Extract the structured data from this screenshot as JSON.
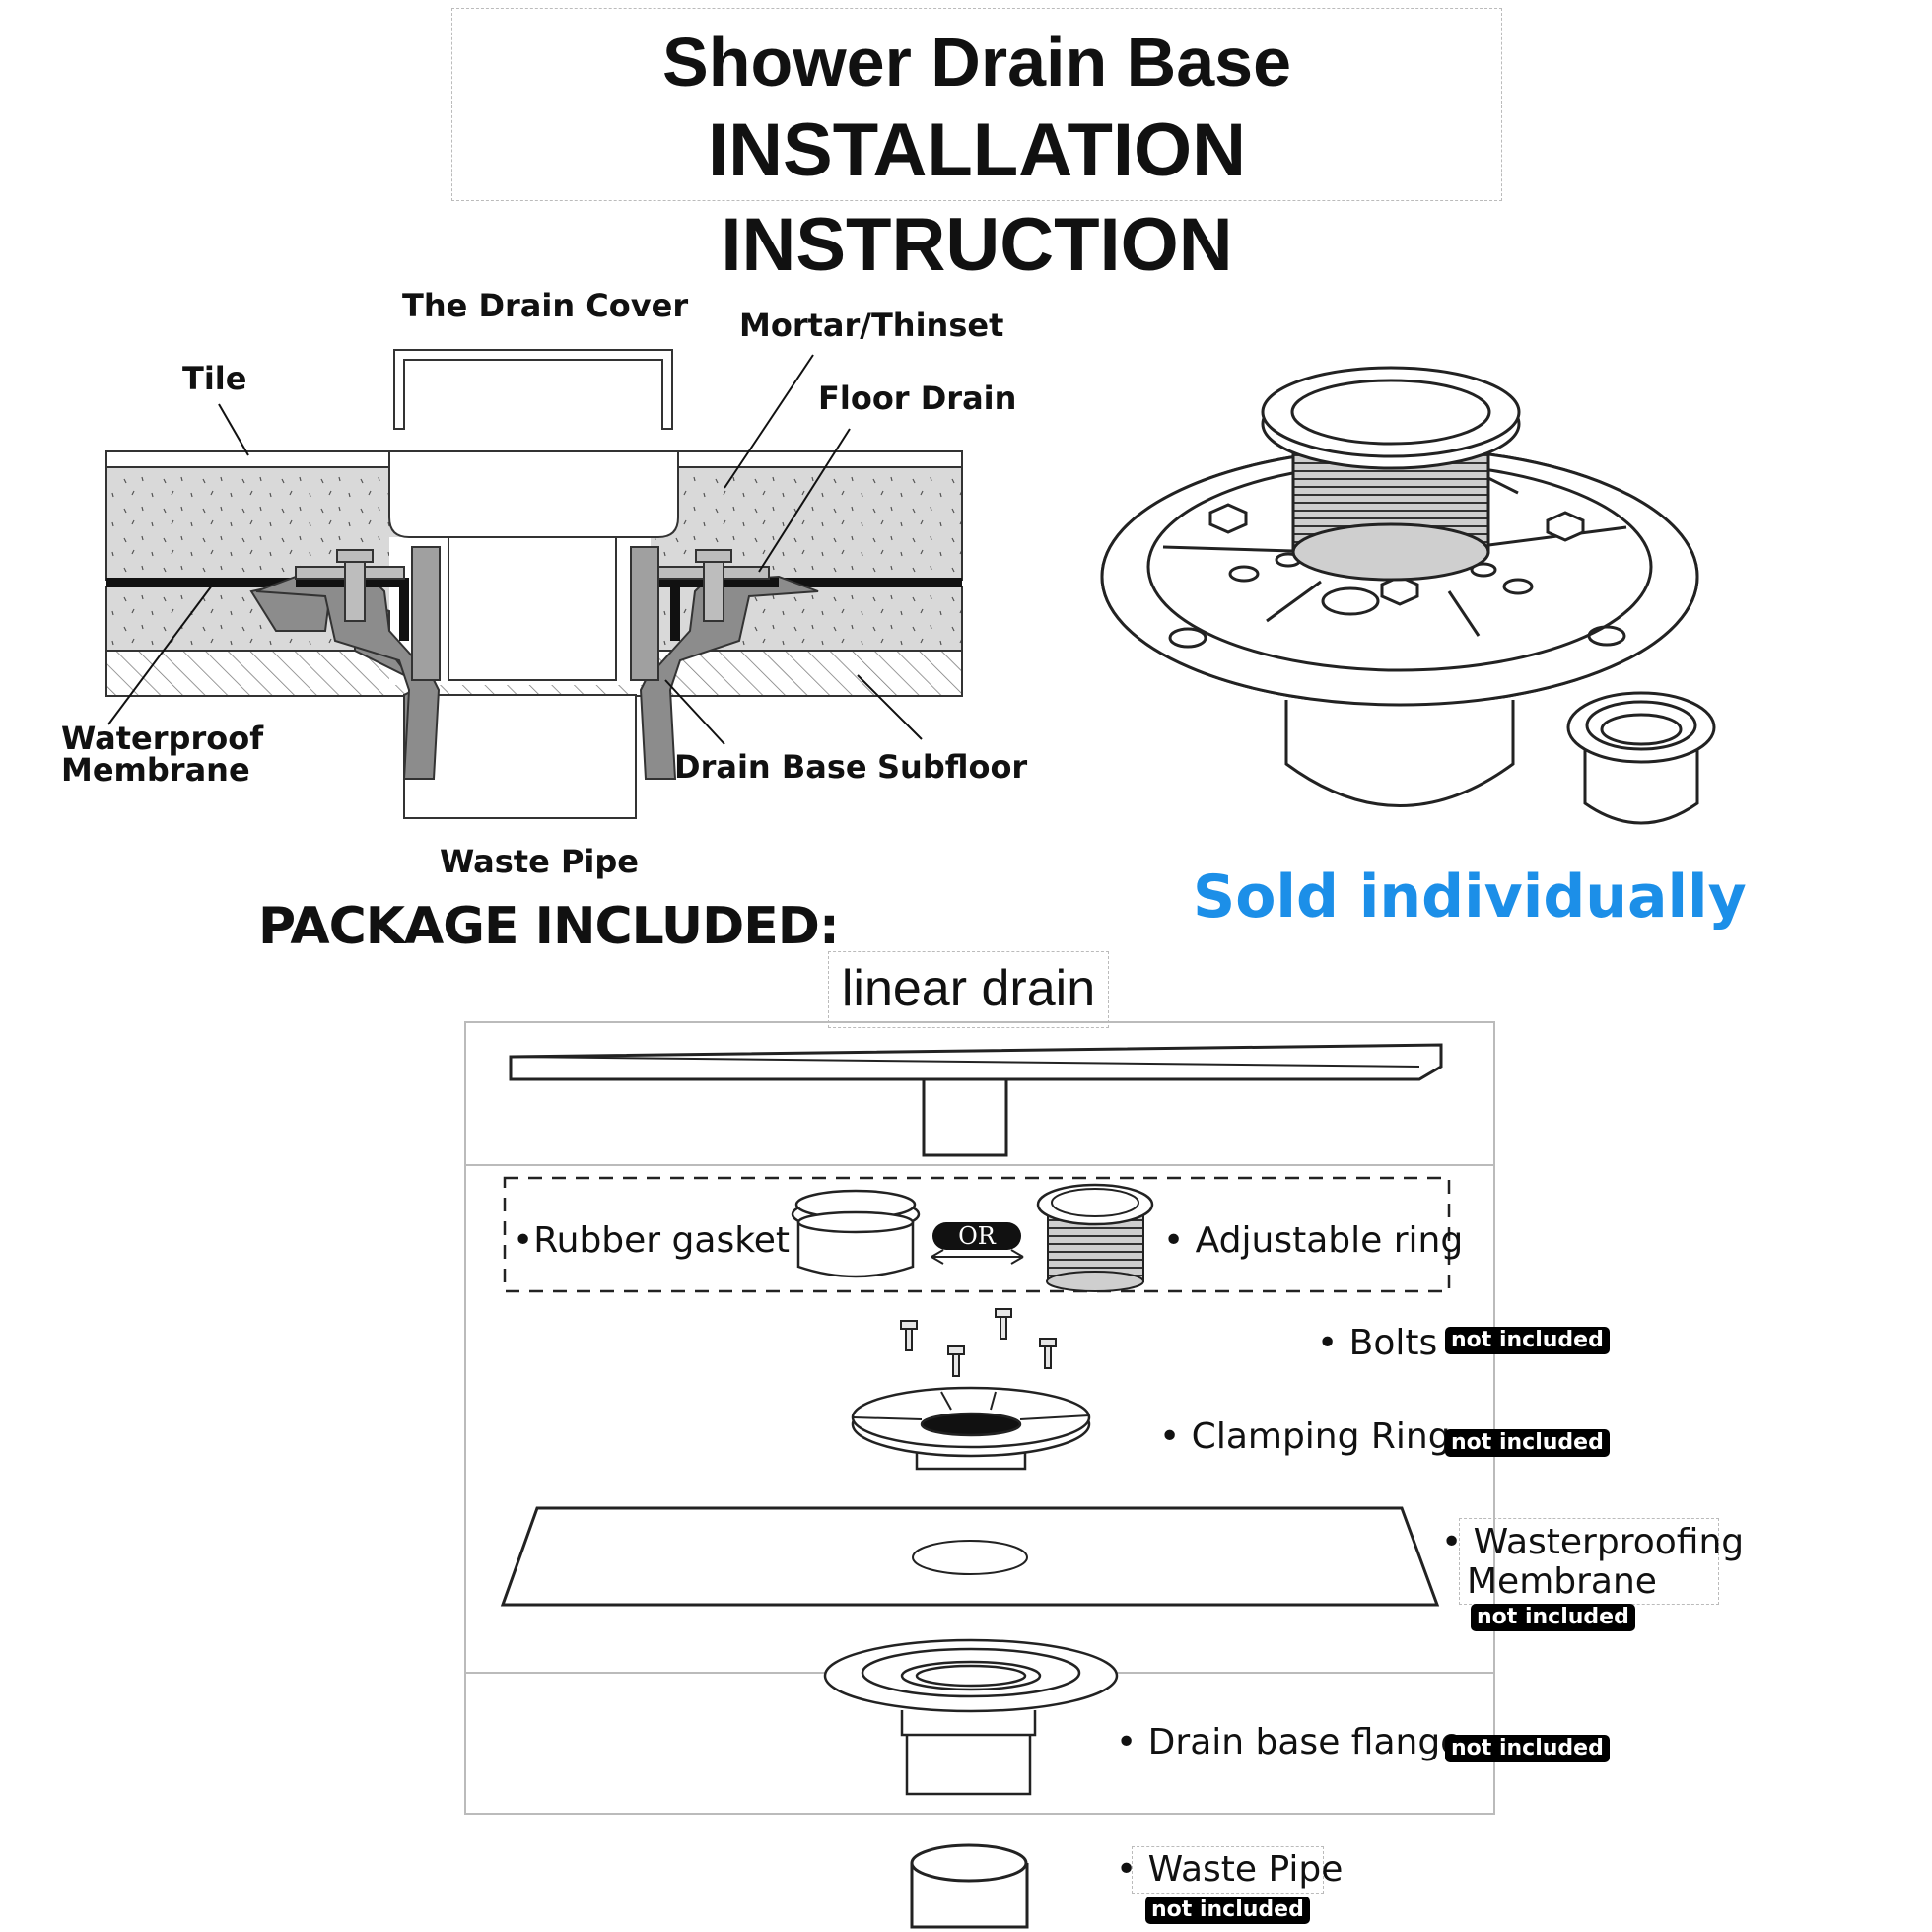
{
  "header": {
    "title_line1": "Shower Drain Base",
    "title_line2": "INSTALLATION INSTRUCTION"
  },
  "cross_section": {
    "drain_cover": "The Drain Cover",
    "tile": "Tile",
    "mortar": "Mortar/Thinset",
    "floor_drain": "Floor Drain",
    "waterproof_line1": "Waterproof",
    "waterproof_line2": "Membrane",
    "drain_base": "Drain Base",
    "subfloor": "Subfloor",
    "waste_pipe": "Waste Pipe"
  },
  "product": {
    "sold_note": "Sold individually"
  },
  "package": {
    "heading": "PACKAGE INCLUDED:",
    "linear_drain": "linear drain",
    "or_label": "OR",
    "not_included": "not included",
    "items": {
      "rubber_gasket": "•Rubber gasket",
      "adjustable_ring": "• Adjustable ring",
      "bolts": "• Bolts",
      "clamping_ring": "• Clamping Ring",
      "membrane_line1": "• Wasterproofing",
      "membrane_line2": "Membrane",
      "drain_base_flange": "• Drain base flange",
      "waste_pipe": "• Waste Pipe"
    }
  },
  "colors": {
    "accent_blue": "#1c8fe8",
    "mortar_gray": "#d9d9d9",
    "metal_gray": "#8c8c8c"
  }
}
